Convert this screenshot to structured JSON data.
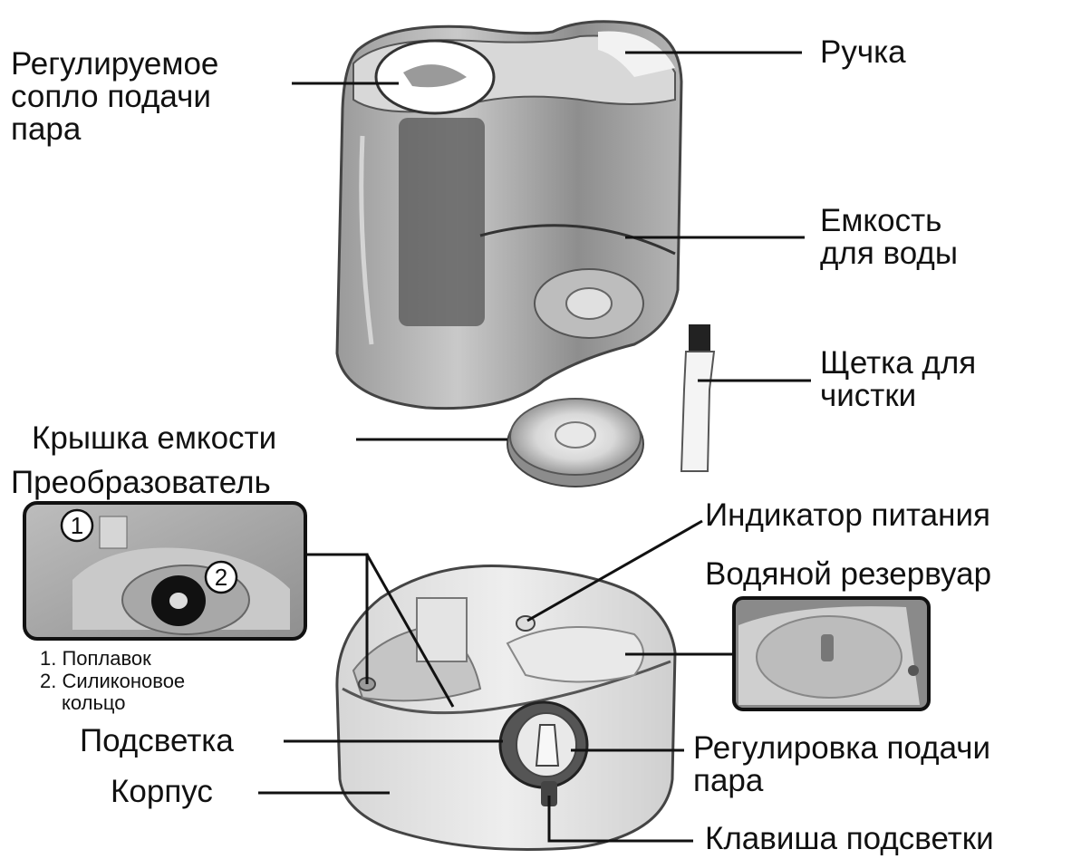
{
  "labels": {
    "nozzle": "Регулируемое\nсопло подачи\nпара",
    "handle": "Ручка",
    "tank": "Емкость\nдля воды",
    "brush": "Щетка для\nчистки",
    "tank_cap": "Крышка емкости",
    "transducer": "Преобразователь",
    "power_indicator": "Индикатор питания",
    "water_reservoir": "Водяной резервуар",
    "backlight": "Подсветка",
    "steam_control": "Регулировка подачи\nпара",
    "housing": "Корпус",
    "backlight_key": "Клавиша подсветки"
  },
  "inset": {
    "marker_1": "1",
    "marker_2": "2",
    "legend_1": "1. Поплавок",
    "legend_2": "2. Силиконовое",
    "legend_2b": "кольцо"
  }
}
